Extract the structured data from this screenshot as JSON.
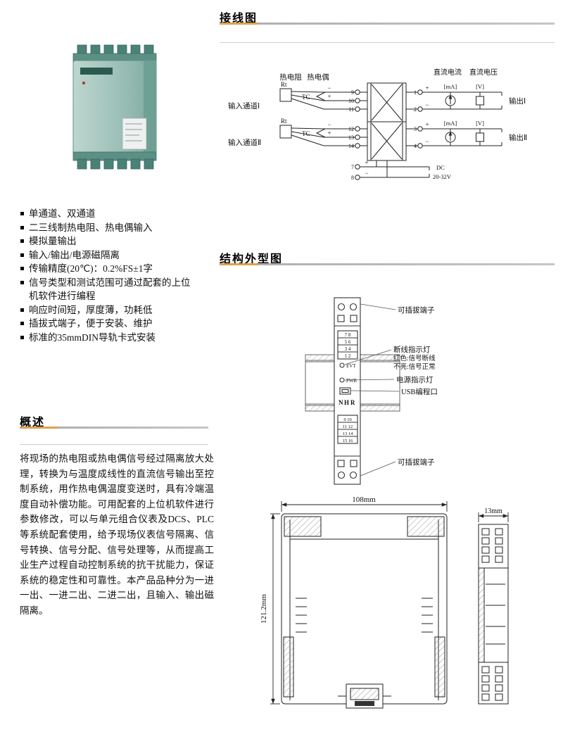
{
  "headings": {
    "wiring": "接线图",
    "structure": "结构外型图",
    "overview": "概述"
  },
  "features": {
    "items": [
      "单通道、双通道",
      "二三线制热电阻、热电偶输入",
      "模拟量输出",
      "输入/输出/电源磁隔离",
      "传输精度(20℃)：0.2%FS±1字",
      "信号类型和测试范围可通过配套的上位机软件进行编程",
      "响应时间短，厚度薄，功耗低",
      "插拔式端子，便于安装、维护",
      "标准的35mmDIN导轨卡式安装"
    ]
  },
  "overview": {
    "text": "将现场的热电阻或热电偶信号经过隔离放大处理，转换为与温度成线性的直流信号输出至控制系统，用作热电偶温度变送时，具有冷端温度自动补偿功能。可用配套的上位机软件进行参数修改，可以与单元组合仪表及DCS、PLC等系统配套使用，给予现场仪表信号隔离、信号转换、信号分配、信号处理等，从而提高工业生产过程自动控制系统的抗干扰能力，保证系统的稳定性和可靠性。本产品品种分为一进一出、一进二出、二进二出，且输入、输出磁隔离。"
  },
  "wiring": {
    "rtd": "热电阻",
    "tc": "热电偶",
    "rt_symbol": "Rt",
    "tc_symbol": "TC",
    "ch1": "输入通道Ⅰ",
    "ch2": "输入通道Ⅱ",
    "dc_current": "直流电流",
    "dc_voltage": "直流电压",
    "ma": "[mA]",
    "v": "[V]",
    "out1": "输出Ⅰ",
    "out2": "输出Ⅱ",
    "dc": "DC",
    "dc_range": "20-32V",
    "plus": "+",
    "minus": "−",
    "terminals": {
      "ch1": [
        "9",
        "10",
        "11"
      ],
      "ch2": [
        "12",
        "13",
        "14"
      ],
      "power": [
        "7",
        "8"
      ],
      "out": [
        "1",
        "2",
        "3",
        "4"
      ]
    }
  },
  "structure": {
    "plug_top": "可插拔端子",
    "break_indicator": "断线指示灯",
    "break_red": "红色:信号断线",
    "break_off": "不亮:信号正常",
    "power_indicator": "电源指示灯",
    "usb": "USB编程口",
    "plug_bottom": "可插拔端子",
    "evt": "EVT",
    "pwr": "PWR",
    "brand": {
      "n": "N",
      "h": "H",
      "r": "R"
    },
    "grid_top": [
      "7 8",
      "5 6",
      "3 4",
      "1 2"
    ],
    "grid_bottom": [
      "9 10",
      "11 12",
      "13 14",
      "15 16"
    ]
  },
  "dimensions": {
    "width": "108mm",
    "height": "121.2mm",
    "depth": "13mm"
  }
}
